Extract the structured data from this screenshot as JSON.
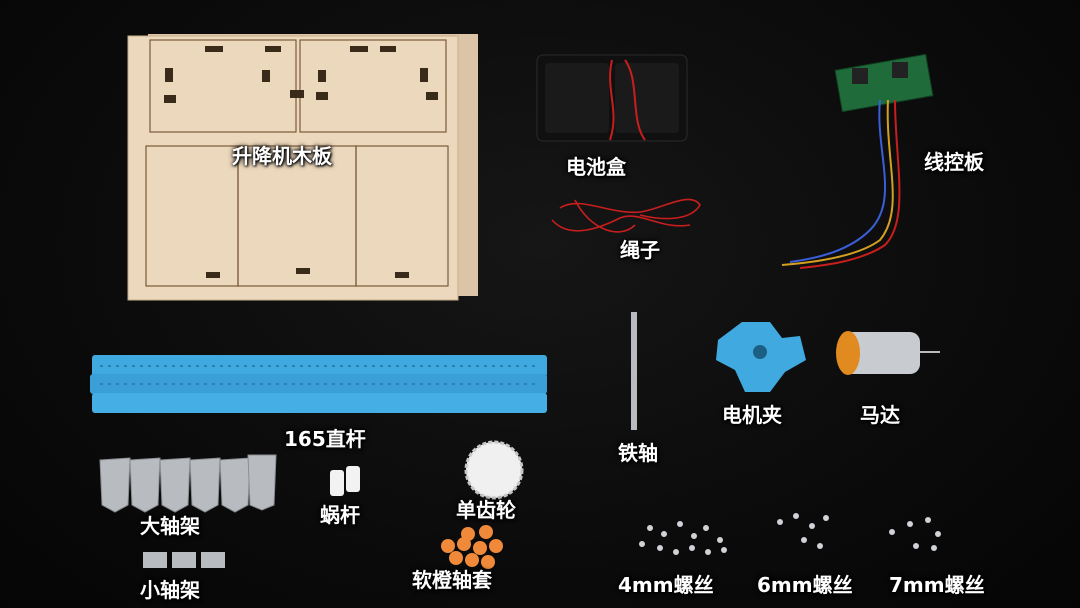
{
  "labels": {
    "wood_board": "升降机木板",
    "battery_box": "电池盒",
    "rope": "绳子",
    "control_board": "线控板",
    "rod": "165直杆",
    "iron_shaft": "铁轴",
    "motor_clip": "电机夹",
    "motor": "马达",
    "big_bracket": "大轴架",
    "small_bracket": "小轴架",
    "worm": "蜗杆",
    "single_gear": "单齿轮",
    "rubber_sleeve": "软橙轴套",
    "screw_4mm": "4mm螺丝",
    "screw_6mm": "6mm螺丝",
    "screw_7mm": "7mm螺丝"
  },
  "colors": {
    "background": "#0a0a0a",
    "wood": "#e8d2b6",
    "blue_part": "#3fa9e0",
    "orange_sleeve": "#f08a3a",
    "metal": "#b8bcc0",
    "pcb": "#1f6b3a",
    "red_wire": "#d42020"
  }
}
